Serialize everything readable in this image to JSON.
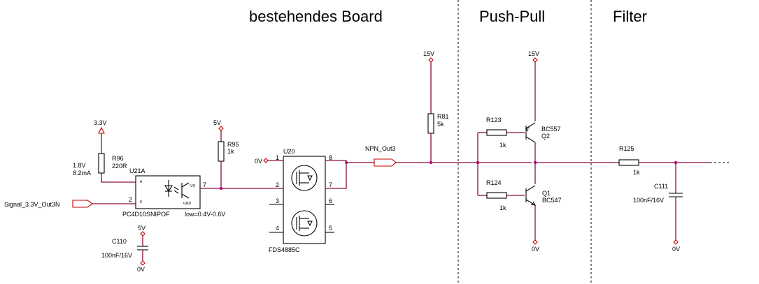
{
  "sections": {
    "existing_board": "bestehendes Board",
    "push_pull": "Push-Pull",
    "filter": "Filter"
  },
  "input": {
    "signal": "Signal_3.3V_Out3N",
    "rail_33": "3.3V",
    "r96_ref": "R96",
    "r96_val": "220R",
    "led_voltage": "1.8V",
    "led_current": "8.2mA"
  },
  "optocoupler": {
    "ref": "U21A",
    "part": "PC4D10SNIPOF",
    "pin2": "2",
    "pin7": "7",
    "out_level": "low=0.4V-0.6V"
  },
  "c110": {
    "rail_5": "5V",
    "ref": "C110",
    "val": "100nF/16V",
    "gnd": "0V"
  },
  "r95": {
    "rail_5": "5V",
    "ref": "R95",
    "val": "1k"
  },
  "mosfet": {
    "ref": "U20",
    "part": "FDS4885C",
    "gnd_in": "0V",
    "p1": "1",
    "p2": "2",
    "p3": "3",
    "p4": "4",
    "p5": "5",
    "p6": "6",
    "p7": "7",
    "p8": "8"
  },
  "net": {
    "npn_out": "NPN_Out3",
    "rail_15": "15V",
    "r81_ref": "R81",
    "r81_val": "5k"
  },
  "pushpull": {
    "r123_ref": "R123",
    "r123_val": "1k",
    "r124_ref": "R124",
    "r124_val": "1k",
    "q2_type": "BC557",
    "q2_ref": "Q2",
    "q1_ref": "Q1",
    "q1_type": "BC547",
    "rail_15": "15V",
    "gnd": "0V"
  },
  "filter": {
    "r125_ref": "R125",
    "r125_val": "1k",
    "c111_ref": "C111",
    "c111_val": "100nF/16V",
    "gnd": "0V"
  }
}
